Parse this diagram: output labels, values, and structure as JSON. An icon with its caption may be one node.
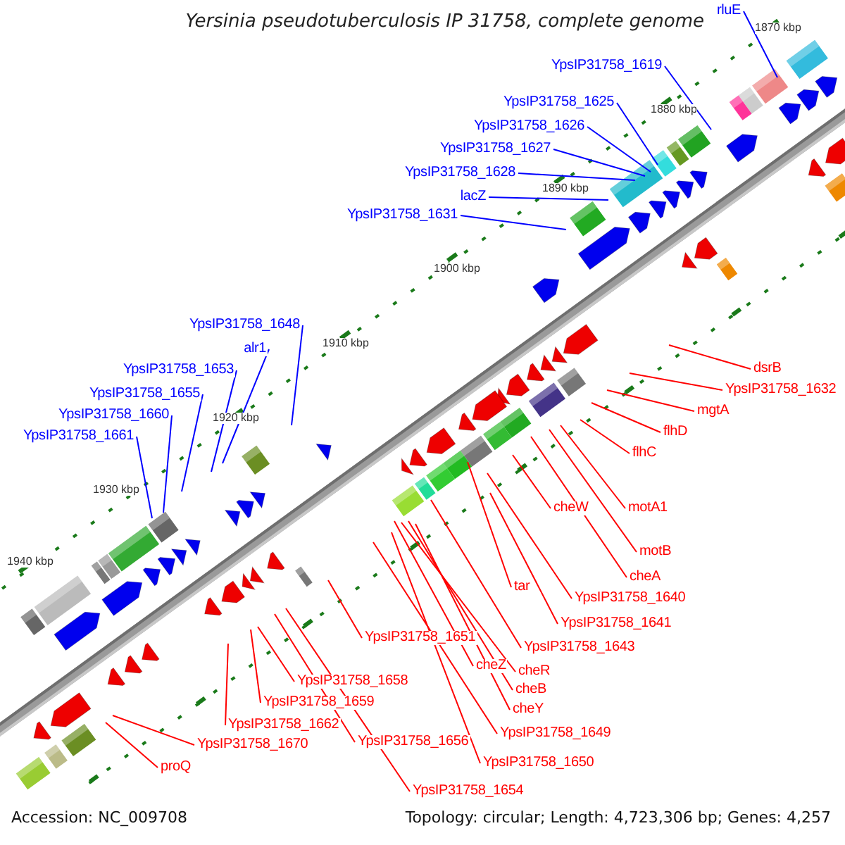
{
  "diagram": {
    "title": "Yersinia pseudotuberculosis IP 31758, complete genome",
    "nodes": [
      {
        "text": [
          "rluE"
        ]
      },
      {
        "text": [
          "YpsIP31758_1619"
        ]
      },
      {
        "text": [
          "YpsIP31758_1625"
        ]
      },
      {
        "text": [
          "YpsIP31758_1626"
        ]
      },
      {
        "text": [
          "YpsIP31758_1627"
        ]
      },
      {
        "text": [
          "YpsIP31758_1628"
        ]
      },
      {
        "text": [
          "lacZ"
        ]
      },
      {
        "text": [
          "YpsIP31758_1631"
        ]
      },
      {
        "text": [
          "YpsIP31758_1648"
        ]
      },
      {
        "text": [
          "alr1"
        ]
      },
      {
        "text": [
          "YpsIP31758_1653"
        ]
      },
      {
        "text": [
          "YpsIP31758_1655"
        ]
      },
      {
        "text": [
          "YpsIP31758_1660"
        ]
      },
      {
        "text": [
          "YpsIP31758_1661"
        ]
      },
      {
        "text": [
          "dsrB"
        ]
      },
      {
        "text": [
          "YpsIP31758_1632"
        ]
      },
      {
        "text": [
          "mgtA"
        ]
      },
      {
        "text": [
          "flhD"
        ]
      },
      {
        "text": [
          "flhC"
        ]
      },
      {
        "text": [
          "motA1"
        ]
      },
      {
        "text": [
          "cheW"
        ]
      },
      {
        "text": [
          "motB"
        ]
      },
      {
        "text": [
          "cheA"
        ]
      },
      {
        "text": [
          "tar"
        ]
      },
      {
        "text": [
          "YpsIP31758_1640"
        ]
      },
      {
        "text": [
          "YpsIP31758_1641"
        ]
      },
      {
        "text": [
          "YpsIP31758_1643"
        ]
      },
      {
        "text": [
          "YpsIP31758_1651"
        ]
      },
      {
        "text": [
          "cheZ"
        ]
      },
      {
        "text": [
          "cheR"
        ]
      },
      {
        "text": [
          "cheB"
        ]
      },
      {
        "text": [
          "cheY"
        ]
      },
      {
        "text": [
          "YpsIP31758_1649"
        ]
      },
      {
        "text": [
          "YpsIP31758_1650"
        ]
      },
      {
        "text": [
          "YpsIP31758_1658"
        ]
      },
      {
        "text": [
          "YpsIP31758_1659"
        ]
      },
      {
        "text": [
          "YpsIP31758_1662"
        ]
      },
      {
        "text": [
          "YpsIP31758_1656"
        ]
      },
      {
        "text": [
          "YpsIP31758_1654"
        ]
      },
      {
        "text": [
          "YpsIP31758_1670"
        ]
      },
      {
        "text": [
          "proQ"
        ]
      }
    ],
    "edges": [
      {
        "from": 0,
        "to": null,
        "arrow": "none",
        "color": "#0000ff"
      },
      {
        "from": 1,
        "to": null,
        "arrow": "none",
        "color": "#0000ff"
      },
      {
        "from": 2,
        "to": null,
        "arrow": "none",
        "color": "#0000ff"
      },
      {
        "from": 3,
        "to": null,
        "arrow": "none",
        "color": "#0000ff"
      },
      {
        "from": 4,
        "to": null,
        "arrow": "none",
        "color": "#0000ff"
      },
      {
        "from": 5,
        "to": null,
        "arrow": "none",
        "color": "#0000ff"
      },
      {
        "from": 6,
        "to": null,
        "arrow": "none",
        "color": "#0000ff"
      },
      {
        "from": 7,
        "to": null,
        "arrow": "none",
        "color": "#0000ff"
      },
      {
        "from": 8,
        "to": null,
        "arrow": "none",
        "color": "#0000ff"
      },
      {
        "from": 9,
        "to": null,
        "arrow": "none",
        "color": "#0000ff"
      },
      {
        "from": 10,
        "to": null,
        "arrow": "none",
        "color": "#0000ff"
      },
      {
        "from": 11,
        "to": null,
        "arrow": "none",
        "color": "#0000ff"
      },
      {
        "from": 12,
        "to": null,
        "arrow": "none",
        "color": "#0000ff"
      },
      {
        "from": 13,
        "to": null,
        "arrow": "none",
        "color": "#0000ff"
      },
      {
        "from": 14,
        "to": null,
        "arrow": "none"
      },
      {
        "from": 15,
        "to": null,
        "arrow": "none"
      },
      {
        "from": 16,
        "to": null,
        "arrow": "none"
      },
      {
        "from": 17,
        "to": null,
        "arrow": "none"
      },
      {
        "from": 18,
        "to": null,
        "arrow": "none"
      },
      {
        "from": 19,
        "to": null,
        "arrow": "none"
      },
      {
        "from": 20,
        "to": null,
        "arrow": "none"
      },
      {
        "from": 21,
        "to": null,
        "arrow": "none"
      },
      {
        "from": 22,
        "to": null,
        "arrow": "none"
      },
      {
        "from": 23,
        "to": null,
        "arrow": "none"
      },
      {
        "from": 24,
        "to": null,
        "arrow": "none"
      },
      {
        "from": 25,
        "to": null,
        "arrow": "none"
      },
      {
        "from": 26,
        "to": null,
        "arrow": "none"
      },
      {
        "from": 27,
        "to": null,
        "arrow": "none"
      },
      {
        "from": 28,
        "to": null,
        "arrow": "none"
      },
      {
        "from": 29,
        "to": null,
        "arrow": "none"
      },
      {
        "from": 30,
        "to": null,
        "arrow": "none"
      },
      {
        "from": 31,
        "to": null,
        "arrow": "none"
      },
      {
        "from": 32,
        "to": null,
        "arrow": "none"
      },
      {
        "from": 33,
        "to": null,
        "arrow": "none"
      },
      {
        "from": 34,
        "to": null,
        "arrow": "none"
      },
      {
        "from": 35,
        "to": null,
        "arrow": "none"
      },
      {
        "from": 36,
        "to": null,
        "arrow": "none"
      },
      {
        "from": 37,
        "to": null,
        "arrow": "none"
      },
      {
        "from": 38,
        "to": null,
        "arrow": "none"
      },
      {
        "from": 39,
        "to": null,
        "arrow": "none"
      },
      {
        "from": 40,
        "to": null,
        "arrow": "none"
      }
    ],
    "labels": [
      "1870 kbp",
      "1880 kbp",
      "1890 kbp",
      "1900 kbp",
      "1910 kbp",
      "1920 kbp",
      "1930 kbp",
      "1940 kbp",
      "Accession: NC_009708",
      "Topology: circular; Length: 4,723,306 bp; Genes: 4,257"
    ]
  }
}
